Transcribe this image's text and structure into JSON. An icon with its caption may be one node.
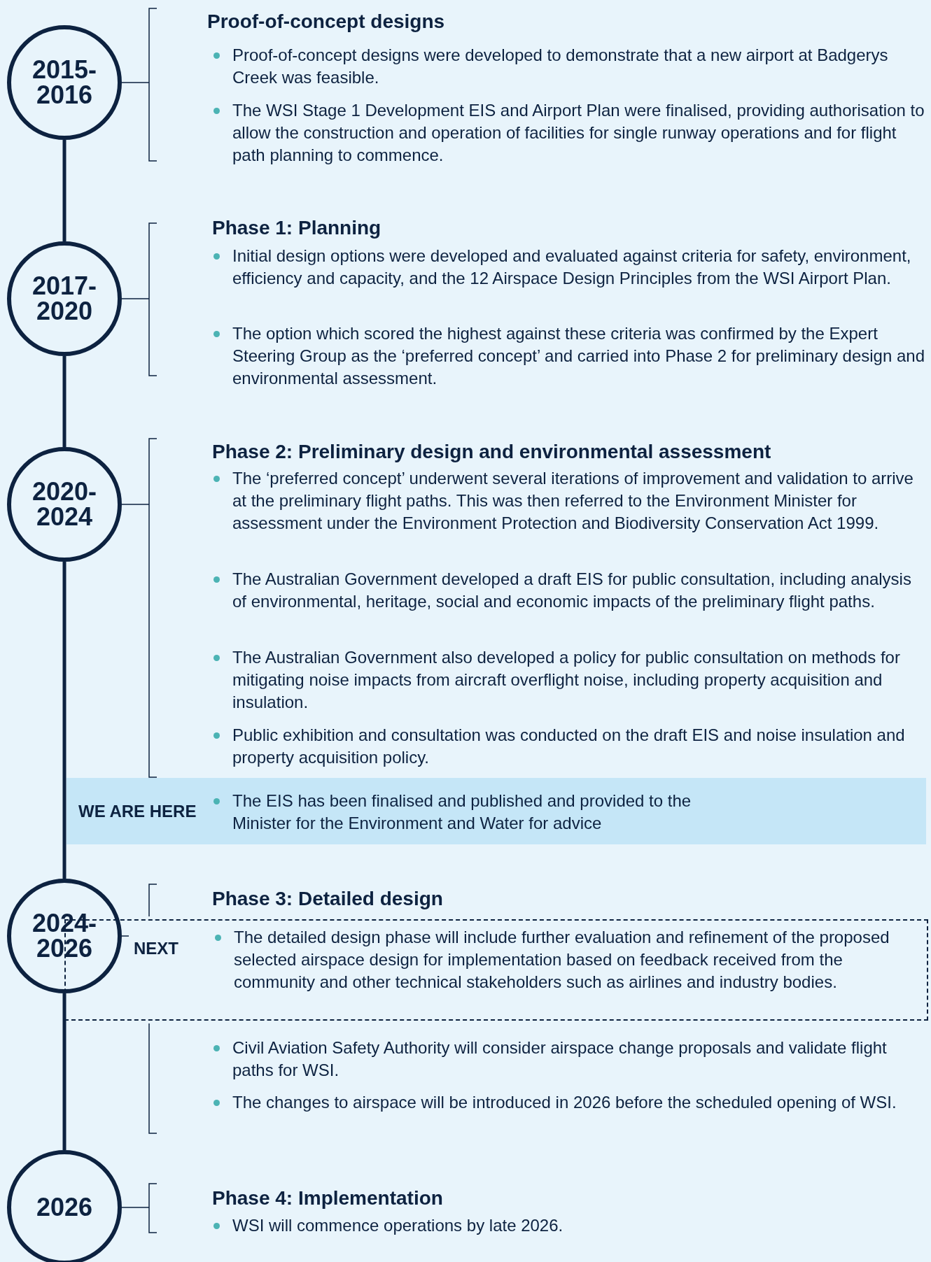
{
  "diagram": {
    "nodes": [
      {
        "text": [
          "2015- 2016"
        ]
      },
      {
        "text": [
          "2017- 2020"
        ]
      },
      {
        "text": [
          "2020- 2024"
        ]
      },
      {
        "text": [
          "2024- 2026"
        ]
      },
      {
        "text": [
          "2026"
        ]
      },
      {
        "text": [
          "WE ARE HERE",
          "The EIS has been finalised and published and provided to the Minister for the Environment and Water for advice"
        ]
      },
      {
        "text": [
          "NEXT",
          "The detailed design phase will include further evaluation and refinement of the proposed selected airspace design for implementation based on feedback received from the community and other technical stakeholders such as airlines and industry bodies."
        ]
      }
    ],
    "edges": [
      {
        "from": 0,
        "to": 1,
        "arrow": "none"
      },
      {
        "from": 1,
        "to": 2,
        "arrow": "none"
      },
      {
        "from": 2,
        "to": 3,
        "arrow": "none"
      },
      {
        "from": 3,
        "to": 4,
        "arrow": "none"
      }
    ],
    "labels": [
      "Proof-of-concept designs",
      "Proof-of-concept designs were developed to demonstrate that a new airport at Badgerys Creek was feasible.",
      "The WSI Stage 1 Development EIS and Airport Plan were finalised, providing authorisation to allow the construction and operation of facilities for single runway operations and for flight path planning to commence.",
      "Phase 1: Planning",
      "Initial design options were developed and evaluated against criteria for safety, environment, efficiency and capacity, and the 12 Airspace Design Principles from the WSI Airport Plan.",
      "The option which scored the highest against these criteria was confirmed by the Expert Steering Group as the ‘preferred concept’ and carried into Phase 2 for preliminary design and environmental assessment.",
      "Phase 2: Preliminary design and environmental assessment",
      "The ‘preferred concept’ underwent several iterations of improvement and validation to arrive at the preliminary flight paths. This was then referred to the Environment Minister for assessment under the Environment Protection and Biodiversity Conservation Act 1999.",
      "The Australian Government developed a draft EIS for public consultation, including analysis of environmental, heritage, social and economic impacts of the preliminary flight paths.",
      "The Australian Government also developed a policy for public consultation on methods for mitigating noise impacts from aircraft overflight noise, including property acquisition and insulation.",
      "Public exhibition and consultation was conducted on the draft EIS and noise insulation and property acquisition policy.",
      "Phase 3: Detailed design",
      "Civil Aviation Safety Authority will consider airspace change proposals and validate flight paths for WSI.",
      "The changes to airspace will be introduced in 2026 before the scheduled opening of WSI.",
      "Phase 4: Implementation",
      "WSI will commence operations by late 2026."
    ]
  }
}
